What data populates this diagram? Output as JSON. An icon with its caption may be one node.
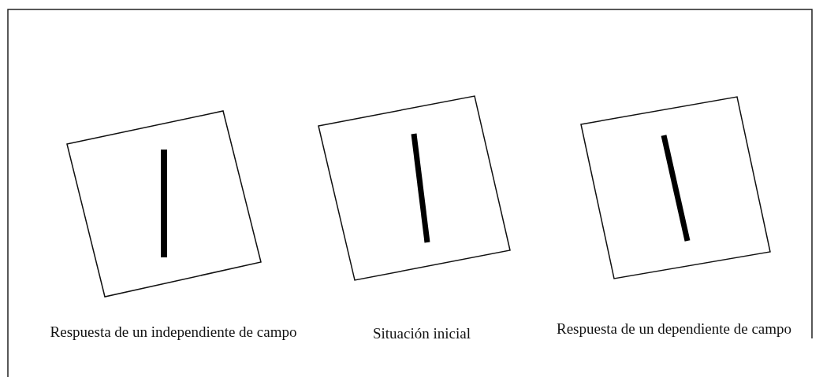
{
  "diagram": {
    "labels": [
      "Respuesta de un independiente de campo",
      "Situación inicial",
      "Respuesta de un dependiente de campo"
    ]
  }
}
